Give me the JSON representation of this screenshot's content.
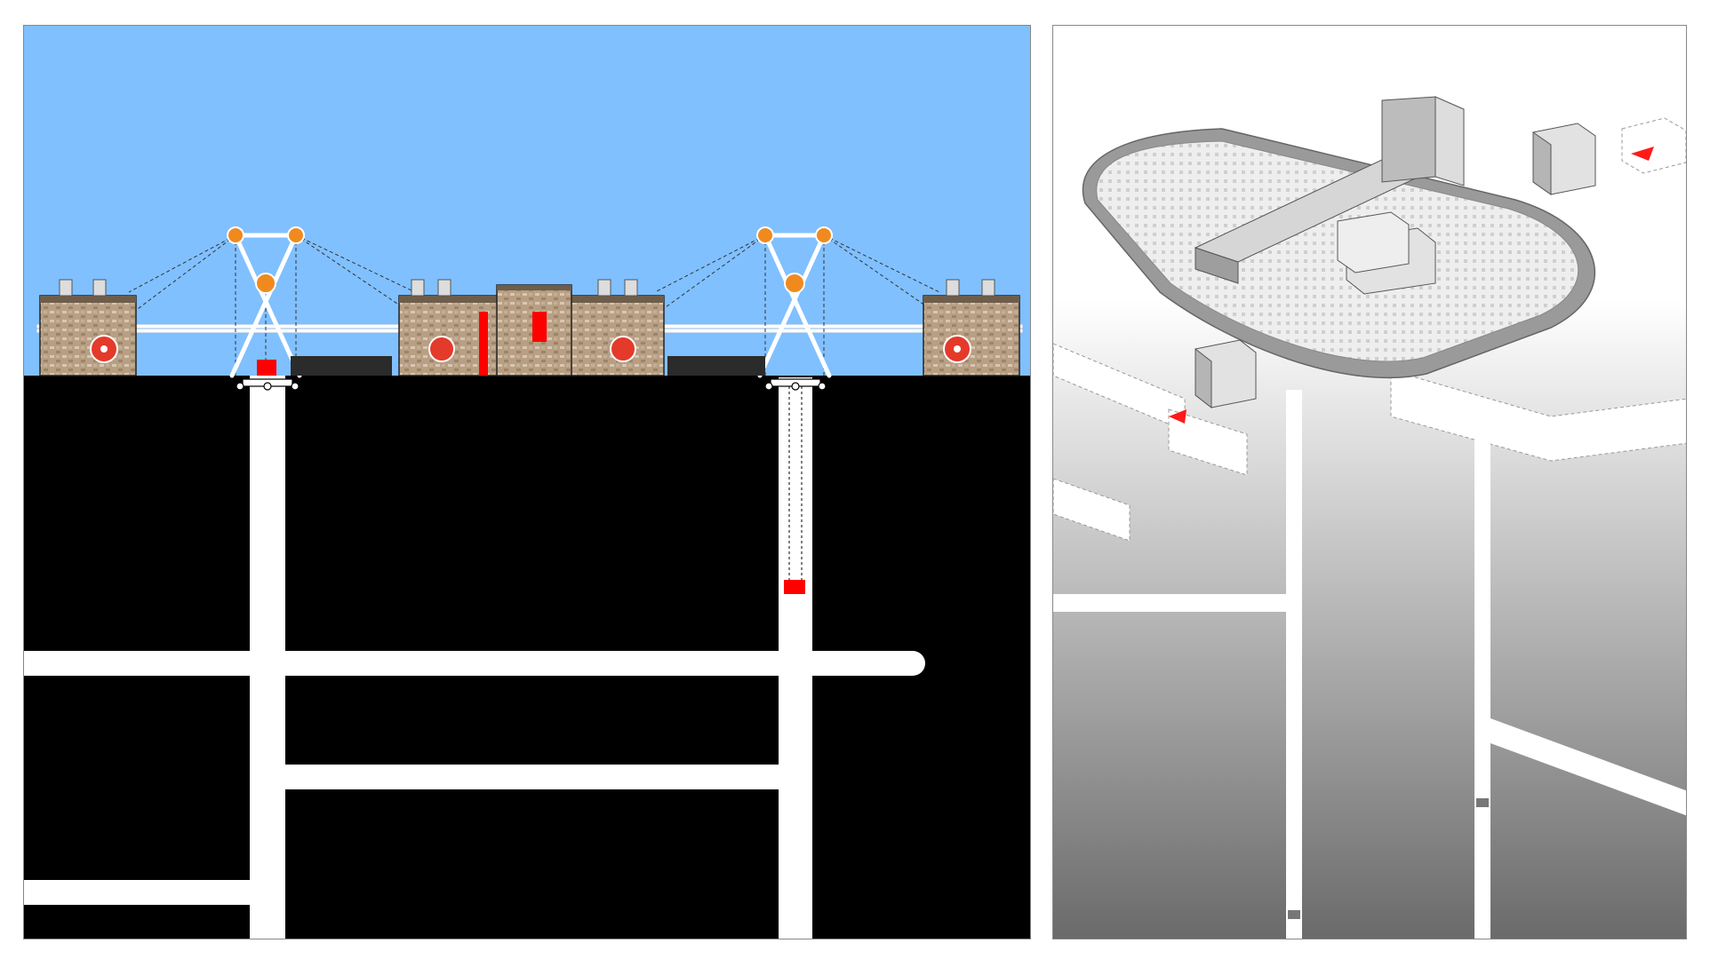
{
  "figure": {
    "left_panel": {
      "kind": "cross-section",
      "colors": {
        "sky": "#80c0ff",
        "ground": "#000000",
        "tunnel": "#ffffff",
        "hoist_car": "#ff0000",
        "pulley": "#f08a1e",
        "building_wall": "#b89f84",
        "flywheel": "#e43a2a",
        "truss": "#ffffff"
      },
      "buildings": [
        "left-winding-house",
        "central-headframe-complex",
        "right-winding-house"
      ],
      "shafts": [
        {
          "name": "left-shaft",
          "car_state": "at-surface"
        },
        {
          "name": "right-shaft",
          "car_state": "descending"
        }
      ],
      "galleries": 3
    },
    "right_panel": {
      "kind": "isometric-axonometric",
      "colors": {
        "ground_gradient_top": "#ffffff",
        "ground_gradient_bottom": "#6a6a6a",
        "deck": "#e9e9e9",
        "rim": "#9a9a9a",
        "flow_arrow": "#ff1a1a"
      },
      "modules": [
        "silo-tower",
        "conveyor-shed",
        "module-a",
        "module-b",
        "module-c",
        "arrival-pod",
        "entry-pod"
      ],
      "shafts": 2
    }
  }
}
